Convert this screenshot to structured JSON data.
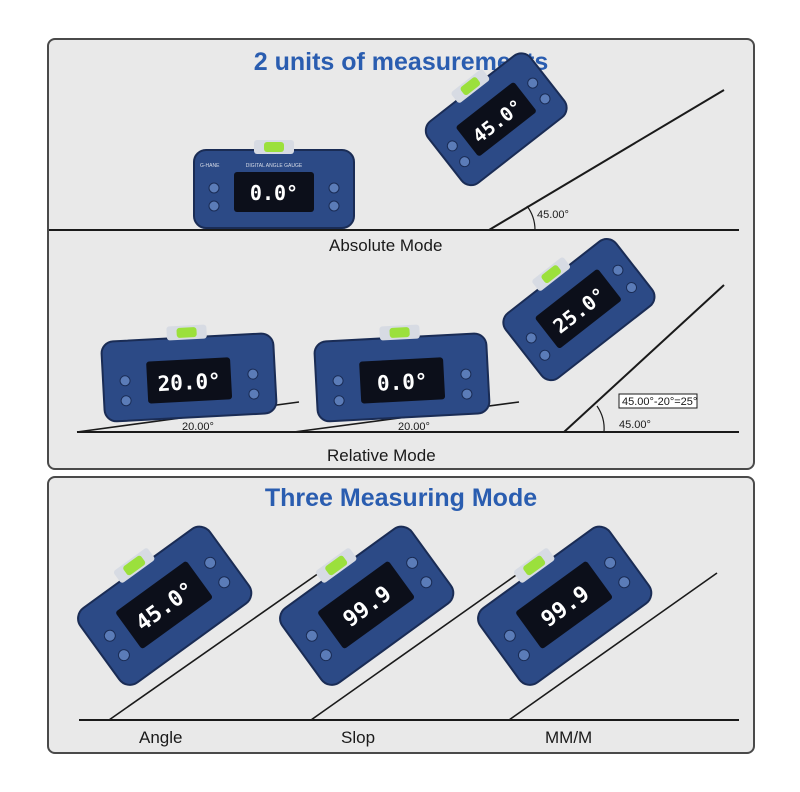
{
  "top_panel": {
    "title": "2 units of measurements",
    "absolute_mode": {
      "label": "Absolute Mode",
      "level_reading": "0.0°",
      "tilted_reading": "45.0°",
      "tilt_angle": "45.00°"
    },
    "relative_mode": {
      "label": "Relative Mode",
      "first_reading": "20.0°",
      "first_angle": "20.00°",
      "second_reading": "0.0°",
      "second_angle": "20.00°",
      "third_reading": "25.0°",
      "third_angle": "45.00°",
      "formula": "45.00°-20°=25°"
    }
  },
  "bottom_panel": {
    "title": "Three Measuring Mode",
    "modes": [
      {
        "label": "Angle",
        "reading": "45.0°"
      },
      {
        "label": "Slop",
        "reading": "99.9"
      },
      {
        "label": "MM/M",
        "reading": "99.9"
      }
    ]
  },
  "device": {
    "brand": "G-HANE",
    "model": "DIGITAL ANGLE GAUGE"
  },
  "colors": {
    "title_blue": "#2a5db0",
    "device_body": "#2c4a86",
    "lcd": "#0c0f1a",
    "bubble": "#9be03c"
  }
}
